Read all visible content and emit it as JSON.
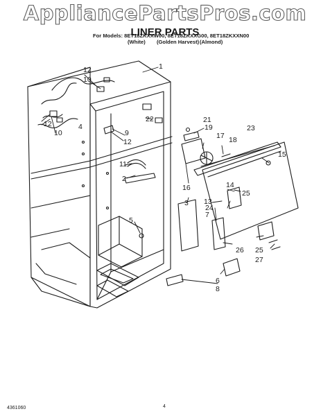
{
  "watermark": "AppliancePartsPros.com",
  "title": "LINER PARTS",
  "models": "For Models: 8ET18ZKXXW00, 8ET18ZKXXG00, 8ET18ZKXXN00",
  "variants": [
    "(White)",
    "(Golden Harvest)",
    "(Almond)"
  ],
  "callouts": {
    "c1": "1",
    "c2": "2",
    "c3": "3",
    "c4": "4",
    "c5": "5",
    "c6": "6",
    "c7": "7",
    "c8": "8",
    "c9": "9",
    "c10a": "10",
    "c10b": "10",
    "c11": "11",
    "c12a": "12",
    "c12b": "12",
    "c12c": "12",
    "c13": "13",
    "c14": "14",
    "c15": "15",
    "c16": "16",
    "c17": "17",
    "c18": "18",
    "c19": "19",
    "c21": "21",
    "c22": "22",
    "c23": "23",
    "c24": "24",
    "c25a": "25",
    "c25b": "25",
    "c26": "26",
    "c27": "27"
  },
  "footer": {
    "doc_number": "4361060",
    "page": "4"
  }
}
